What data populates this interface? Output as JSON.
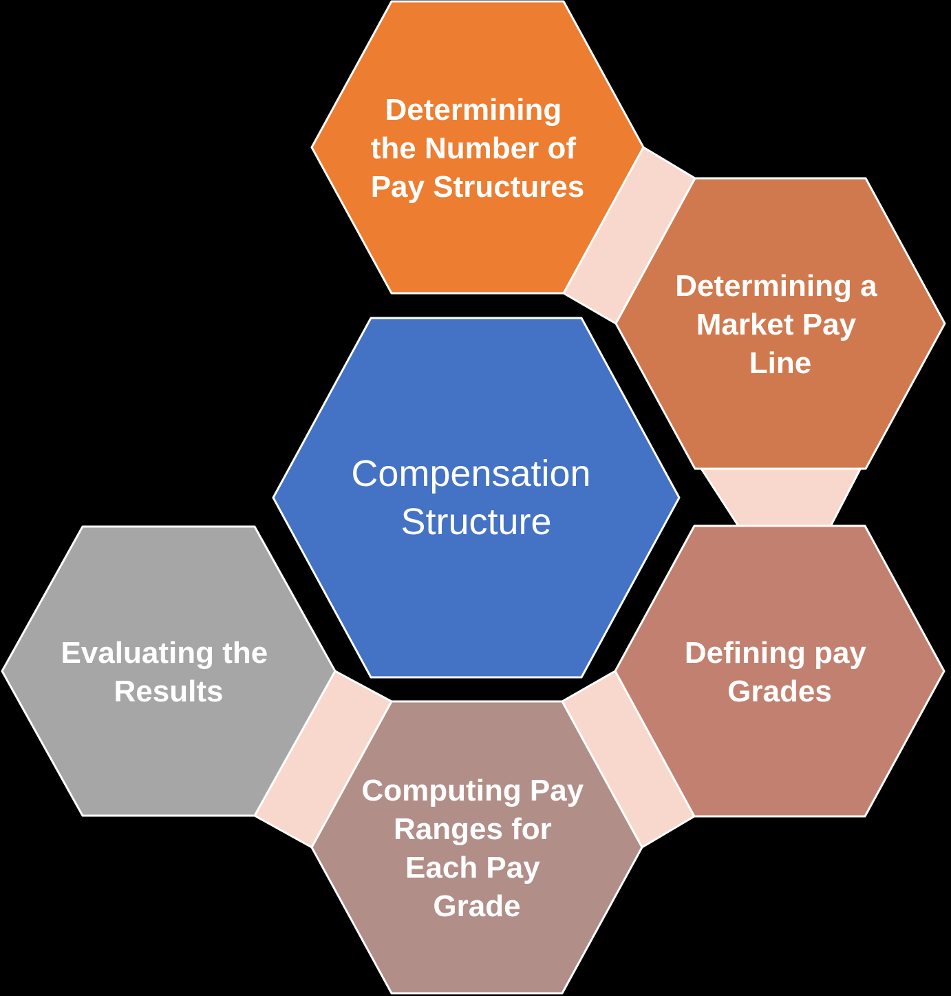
{
  "diagram": {
    "title": "Compensation Structure",
    "background_color": "#000000",
    "outline_color": "#FFFFFF",
    "text_color": "#FFFFFF",
    "connector_color": "#F8D8CC",
    "center": {
      "label": "Compensation Structure",
      "lines": [
        "Compensation",
        "Structure"
      ],
      "color": "#4472C4"
    },
    "steps": [
      {
        "label": "Determining the Number of Pay Structures",
        "lines": [
          "Determining",
          "the Number of",
          "Pay Structures"
        ],
        "color": "#ED7D31",
        "position": "top"
      },
      {
        "label": "Determining a Market Pay Line",
        "lines": [
          "Determining a",
          "Market Pay",
          "Line"
        ],
        "color": "#D0794F",
        "position": "upper-right"
      },
      {
        "label": "Defining pay Grades",
        "lines": [
          "Defining pay",
          "Grades"
        ],
        "color": "#C28170",
        "position": "lower-right"
      },
      {
        "label": "Computing Pay Ranges for Each Pay Grade",
        "lines": [
          "Computing Pay",
          "Ranges for",
          "Each Pay",
          "Grade"
        ],
        "color": "#B28E89",
        "position": "bottom"
      },
      {
        "label": "Evaluating the Results",
        "lines": [
          "Evaluating the",
          "Results"
        ],
        "color": "#A6A6A6",
        "position": "left"
      }
    ]
  }
}
